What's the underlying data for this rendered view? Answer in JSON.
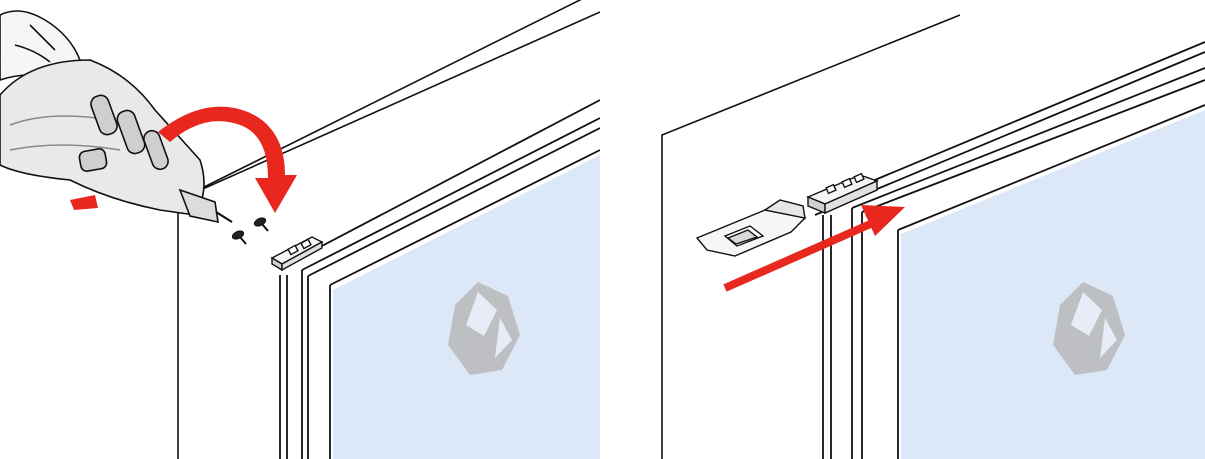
{
  "image": {
    "panels": [
      {
        "id": "left",
        "step": "screw-holder-to-frame",
        "arrow": "curved-rotation-arrow"
      },
      {
        "id": "right",
        "step": "slide-mount-into-holder",
        "arrow": "straight-insert-arrow"
      }
    ]
  },
  "colors": {
    "line": "#111111",
    "glass": "#dce8f8",
    "arrow": "#e8271f",
    "watermark": "#b9b9b9",
    "drill_body": "#e9e9e9",
    "drill_shadow": "#bdbdbd",
    "background": "#ffffff"
  },
  "icons": [
    "drill-icon",
    "screw-icon",
    "bracket-icon",
    "mount-plate-icon",
    "rotate-arrow-icon",
    "insert-arrow-icon",
    "watermark-logo-icon"
  ]
}
